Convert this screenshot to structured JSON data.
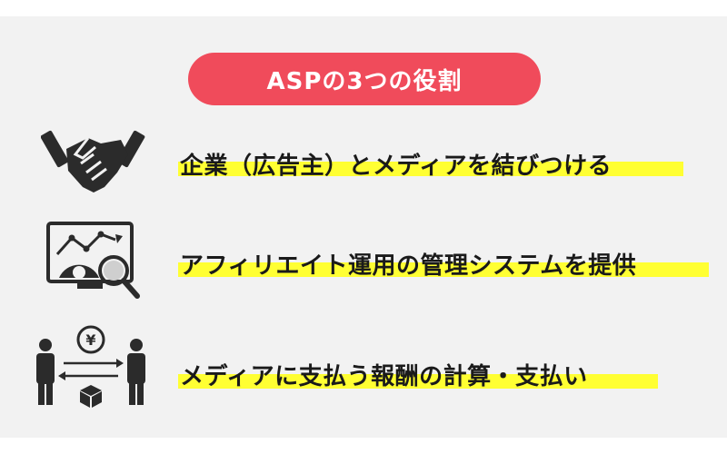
{
  "title": "ASPの3つの役割",
  "colors": {
    "pill": "#f04b5b",
    "highlight": "#ffff33",
    "text": "#1a1a1a",
    "panel": "#f2f2f2"
  },
  "roles": [
    {
      "icon": "handshake-icon",
      "label": "企業（広告主）とメディアを結びつける"
    },
    {
      "icon": "analytics-monitor-icon",
      "label": "アフィリエイト運用の管理システムを提供"
    },
    {
      "icon": "payment-exchange-icon",
      "label": "メディアに支払う報酬の計算・支払い"
    }
  ]
}
